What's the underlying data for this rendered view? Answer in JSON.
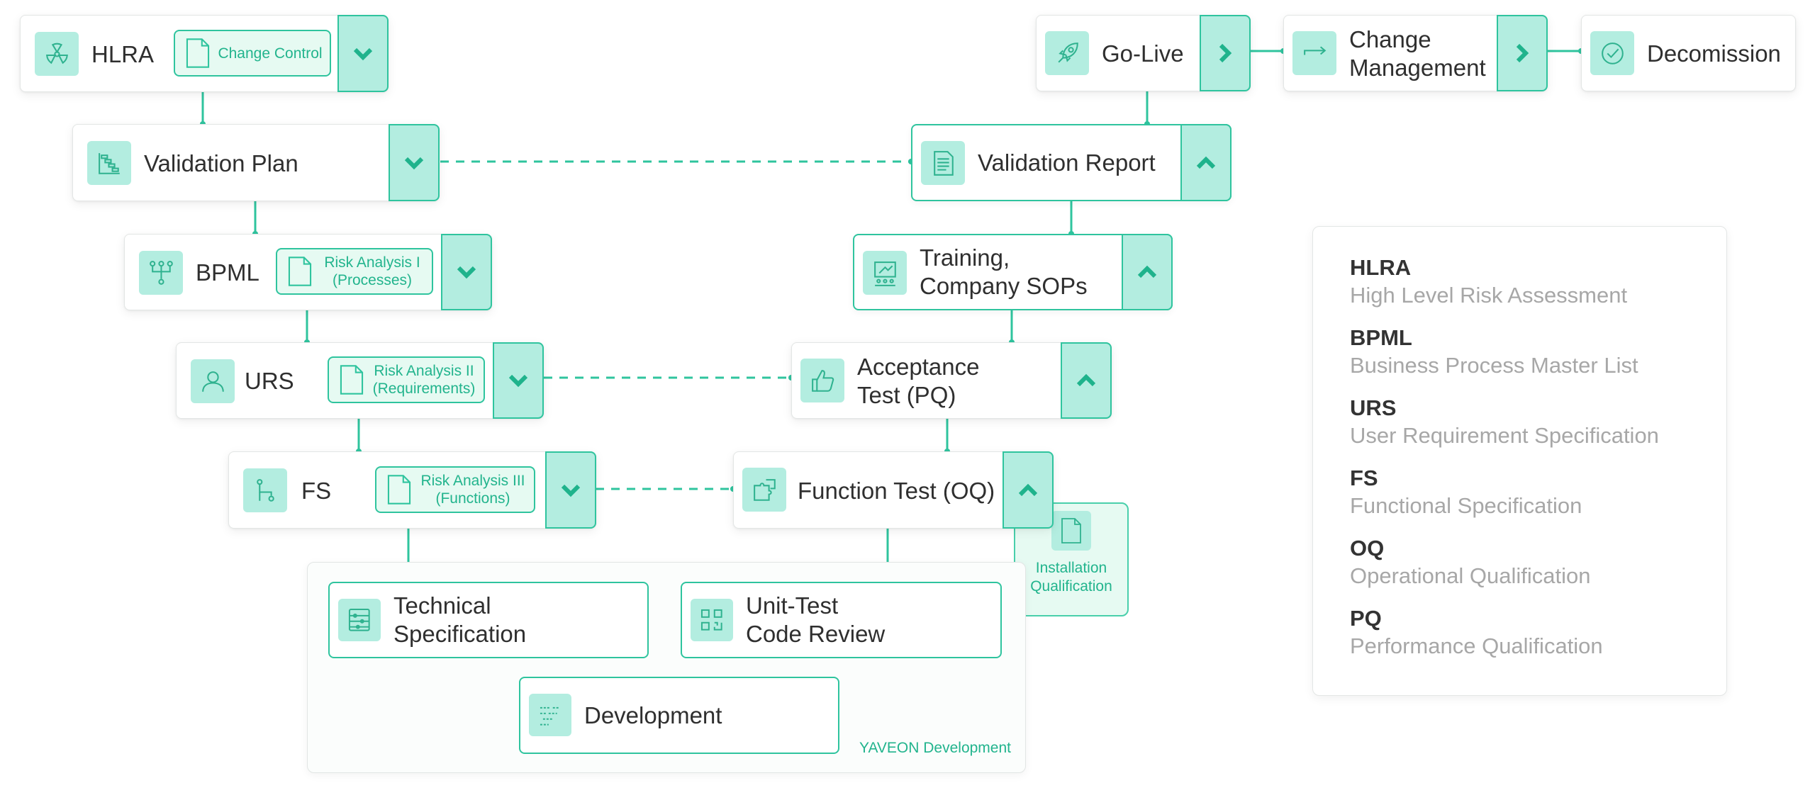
{
  "nodes": {
    "hlra": {
      "label": "HLRA",
      "icon": "radiation-icon",
      "doc": "Change Control",
      "toggle": "chevron-down-icon"
    },
    "validation_plan": {
      "label": "Validation Plan",
      "icon": "gantt-icon",
      "toggle": "chevron-down-icon"
    },
    "bpml": {
      "label": "BPML",
      "icon": "process-tree-icon",
      "doc": "Risk Analysis I\n(Processes)",
      "toggle": "chevron-down-icon"
    },
    "urs": {
      "label": "URS",
      "icon": "user-icon",
      "doc": "Risk Analysis II\n(Requirements)",
      "toggle": "chevron-down-icon"
    },
    "fs": {
      "label": "FS",
      "icon": "flow-icon",
      "doc": "Risk Analysis III\n(Functions)",
      "toggle": "chevron-down-icon"
    },
    "go_live": {
      "label": "Go-Live",
      "icon": "rocket-icon",
      "toggle": "chevron-right-icon"
    },
    "change_management": {
      "label": "Change\nManagement",
      "icon": "arrow-change-icon",
      "toggle": "chevron-right-icon"
    },
    "decomission": {
      "label": "Decomission",
      "icon": "check-circle-icon"
    },
    "validation_report": {
      "label": "Validation Report",
      "icon": "report-document-icon",
      "toggle": "chevron-up-icon"
    },
    "training": {
      "label": "Training,\nCompany SOPs",
      "icon": "presentation-icon",
      "toggle": "chevron-up-icon"
    },
    "acceptance_test": {
      "label": "Acceptance\nTest (PQ)",
      "icon": "thumbs-up-icon",
      "toggle": "chevron-up-icon"
    },
    "function_test": {
      "label": "Function Test (OQ)",
      "icon": "puzzle-icon",
      "toggle": "chevron-up-icon"
    },
    "installation_qualification": {
      "label": "Installation\nQualification",
      "icon": "document-icon"
    }
  },
  "dev_group": {
    "label": "YAVEON Development",
    "technical_spec": {
      "label": "Technical\nSpecification",
      "icon": "abacus-icon"
    },
    "unit_test": {
      "label": "Unit-Test\nCode Review",
      "icon": "qr-code-icon"
    },
    "development": {
      "label": "Development",
      "icon": "code-lines-icon"
    }
  },
  "legend": [
    {
      "abbr": "HLRA",
      "full": "High Level Risk Assessment"
    },
    {
      "abbr": "BPML",
      "full": "Business Process Master List"
    },
    {
      "abbr": "URS",
      "full": "User Requirement Specification"
    },
    {
      "abbr": "FS",
      "full": "Functional Specification"
    },
    {
      "abbr": "OQ",
      "full": "Operational Qualification"
    },
    {
      "abbr": "PQ",
      "full": "Performance Qualification"
    }
  ],
  "colors": {
    "accent": "#2fc49e",
    "accent_light": "#b3ede0",
    "doc_fill": "#e6faf2",
    "legend_muted": "#a7a7a7"
  }
}
